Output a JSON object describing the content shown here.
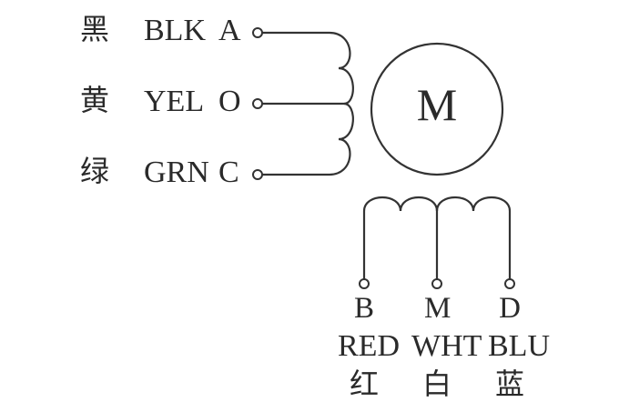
{
  "motor": {
    "label": "M"
  },
  "left_wires": [
    {
      "chinese": "黑",
      "color_code": "BLK",
      "pin": "A"
    },
    {
      "chinese": "黄",
      "color_code": "YEL",
      "pin": "O"
    },
    {
      "chinese": "绿",
      "color_code": "GRN",
      "pin": "C"
    }
  ],
  "bottom_wires": [
    {
      "pin": "B",
      "color_code": "RED",
      "chinese": "红"
    },
    {
      "pin": "M",
      "color_code": "WHT",
      "chinese": "白"
    },
    {
      "pin": "D",
      "color_code": "BLU",
      "chinese": "蓝"
    }
  ],
  "colors": {
    "line": "#333333",
    "text": "#2a2a2a",
    "background": "#ffffff"
  }
}
